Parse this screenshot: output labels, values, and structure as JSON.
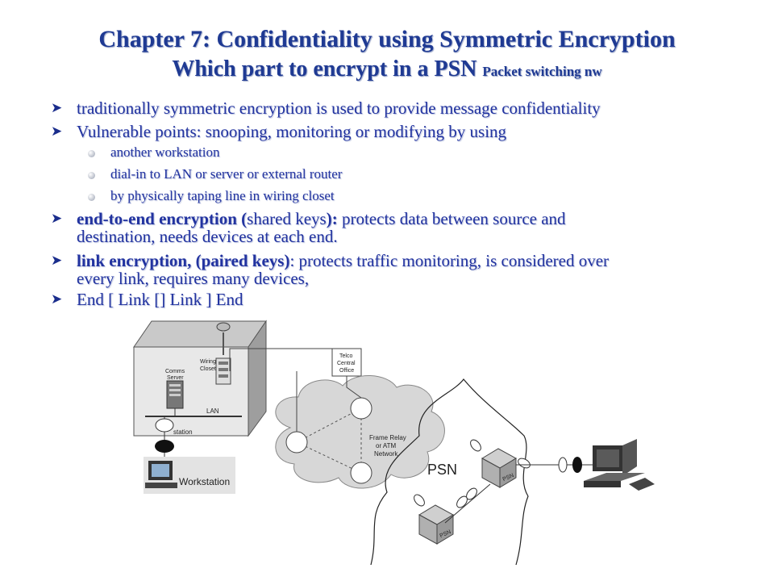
{
  "title": {
    "line1": "Chapter 7: Confidentiality using Symmetric Encryption",
    "line2_main": "Which part to encrypt in a PSN",
    "line2_small": "Packet switching nw"
  },
  "bullets": {
    "b1": "traditionally symmetric encryption is used to provide message confidentiality",
    "b2": "Vulnerable points: snooping, monitoring or modifying by using",
    "sub": [
      "another workstation",
      "dial-in to LAN or server or external router",
      "by physically taping line in wiring closet"
    ],
    "b3_bold": "end-to-end encryption (",
    "b3_mid": "shared keys",
    "b3_bold2": "):",
    "b3_rest": " protects data between source and",
    "b3_line2": "destination, needs devices at each end.",
    "b4_bold": "link encryption, (paired keys)",
    "b4_rest": ": protects traffic monitoring, is considered over",
    "b4_line2": "every link, requires many devices,",
    "b5": "End [ Link [] Link ] End"
  },
  "diagram": {
    "wiring_closet": [
      "Wiring",
      "Closet"
    ],
    "comms_server": [
      "Comms",
      "Server"
    ],
    "lan": "LAN",
    "workstation_partial": "station",
    "workstation": "Workstation",
    "telco": [
      "Telco",
      "Central",
      "Office"
    ],
    "frame_relay": [
      "Frame Relay",
      "or ATM",
      "Network"
    ],
    "psn_label": "PSN",
    "psn_box": "PSN"
  }
}
